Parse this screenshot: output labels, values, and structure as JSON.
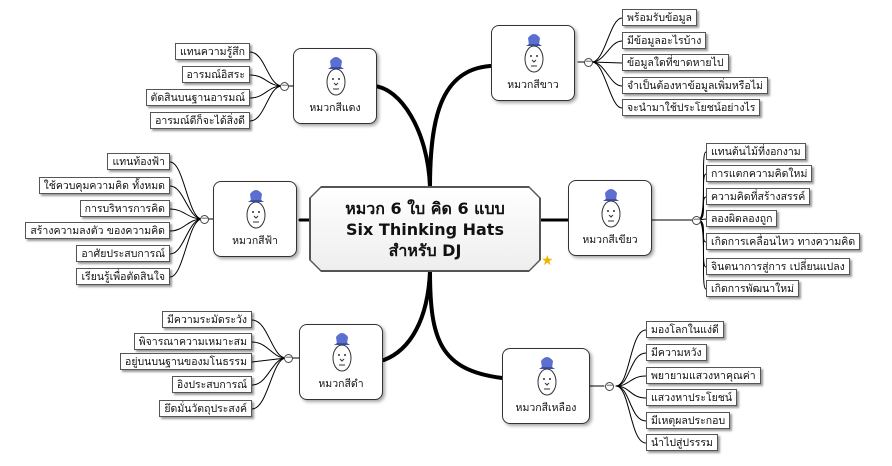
{
  "center": {
    "line1": "หมวก 6 ใบ คิด 6 แบบ",
    "line2": "Six Thinking Hats",
    "line3": "สำหรับ DJ"
  },
  "icons": {
    "hat": "thinking-hat-icon",
    "star": "star-icon"
  },
  "colors": {
    "line": "#000000",
    "hat_blue": "#5a6fd0"
  },
  "hats": {
    "white": {
      "label": "หมวกสีขาว",
      "items": [
        "พร้อมรับข้อมูล",
        "มีข้อมูลอะไรบ้าง",
        "ข้อมูลใดที่ขาดหายไป",
        "จำเป็นต้องหาข้อมูลเพิ่มหรือไม่",
        "จะนำมาใช้ประโยชน์อย่างไร"
      ]
    },
    "red": {
      "label": "หมวกสีแดง",
      "items": [
        "แทนความรู้สึก",
        "อารมณ์อิสระ",
        "ตัดสินบนฐานอารมณ์",
        "อารมณ์ดีก็จะได้สิ่งดี"
      ]
    },
    "blue": {
      "label": "หมวกสีฟ้า",
      "items": [
        "แทนท้องฟ้า",
        "ใช้ควบคุมความคิด ทั้งหมด",
        "การบริหารการคิด",
        "สร้างความลงตัว ของความคิด",
        "อาศัยประสบการณ์",
        "เรียนรู้เพื่อตัดสินใจ"
      ]
    },
    "green": {
      "label": "หมวกสีเขียว",
      "items": [
        "แทนต้นไม้ที่งอกงาม",
        "การแตกความคิดใหม่",
        "ความคิดที่สร้างสรรค์",
        "ลองผิดลองถูก",
        "เกิดการเคลื่อนไหว ทางความคิด",
        "จินตนาการสู่การ เปลี่ยนแปลง",
        "เกิดการพัฒนาใหม่"
      ]
    },
    "black": {
      "label": "หมวกสีดำ",
      "items": [
        "มีความระมัดระวัง",
        "พิจารณาความเหมาะสม",
        "อยู่บนบนฐานของมโนธรรม",
        "อิงประสบการณ์",
        "ยึดมั่นวัตถุประสงค์"
      ]
    },
    "yellow": {
      "label": "หมวกสีเหลือง",
      "items": [
        "มองโลกในแง่ดี",
        "มีความหวัง",
        "พยายามแสวงหาคุณค่า",
        "แสวงหาประโยชน์",
        "มีเหตุผลประกอบ",
        "นำไปสู่ปรรรม"
      ]
    }
  }
}
